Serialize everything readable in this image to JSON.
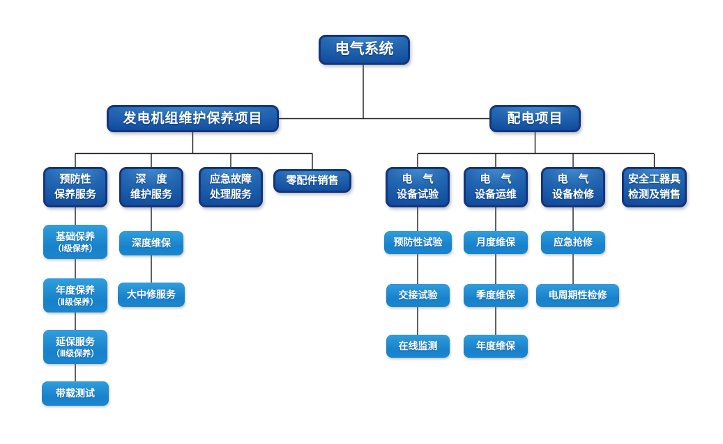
{
  "root": {
    "label": "电气系统"
  },
  "left": {
    "label": "发电机组维护保养项目",
    "groups": [
      {
        "lines": [
          "预防性",
          "保养服务"
        ],
        "children": [
          {
            "lines": [
              "基础保养",
              "（Ⅰ级保养）"
            ]
          },
          {
            "lines": [
              "年度保养",
              "（Ⅱ级保养）"
            ]
          },
          {
            "lines": [
              "延保服务",
              "（Ⅲ级保养）"
            ]
          },
          {
            "lines": [
              "带载测试"
            ]
          }
        ]
      },
      {
        "lines": [
          "深　度",
          "维护服务"
        ],
        "children": [
          {
            "lines": [
              "深度维保"
            ]
          },
          {
            "lines": [
              "大中修服务"
            ]
          }
        ]
      },
      {
        "lines": [
          "应急故障",
          "处理服务"
        ],
        "children": []
      },
      {
        "lines": [
          "零配件销售"
        ],
        "children": []
      }
    ]
  },
  "right": {
    "label": "配电项目",
    "groups": [
      {
        "lines": [
          "电　气",
          "设备试验"
        ],
        "children": [
          {
            "lines": [
              "预防性试验"
            ]
          },
          {
            "lines": [
              "交接试验"
            ]
          },
          {
            "lines": [
              "在线监测"
            ]
          }
        ]
      },
      {
        "lines": [
          "电　气",
          "设备运维"
        ],
        "children": [
          {
            "lines": [
              "月度维保"
            ]
          },
          {
            "lines": [
              "季度维保"
            ]
          },
          {
            "lines": [
              "年度维保"
            ]
          }
        ]
      },
      {
        "lines": [
          "电　气",
          "设备检修"
        ],
        "children": [
          {
            "lines": [
              "应急抢修"
            ]
          },
          {
            "lines": [
              "电周期性检修"
            ]
          }
        ]
      },
      {
        "lines": [
          "安全工器具",
          "检测及销售"
        ],
        "children": []
      }
    ]
  },
  "colors": {
    "dark_box_fill": "#1a5aa8",
    "dark_box_border": "#15347c",
    "light_box_fill": "#1e86ce",
    "connector": "#1c1c1c",
    "text": "#ffffff",
    "background": "#ffffff"
  }
}
